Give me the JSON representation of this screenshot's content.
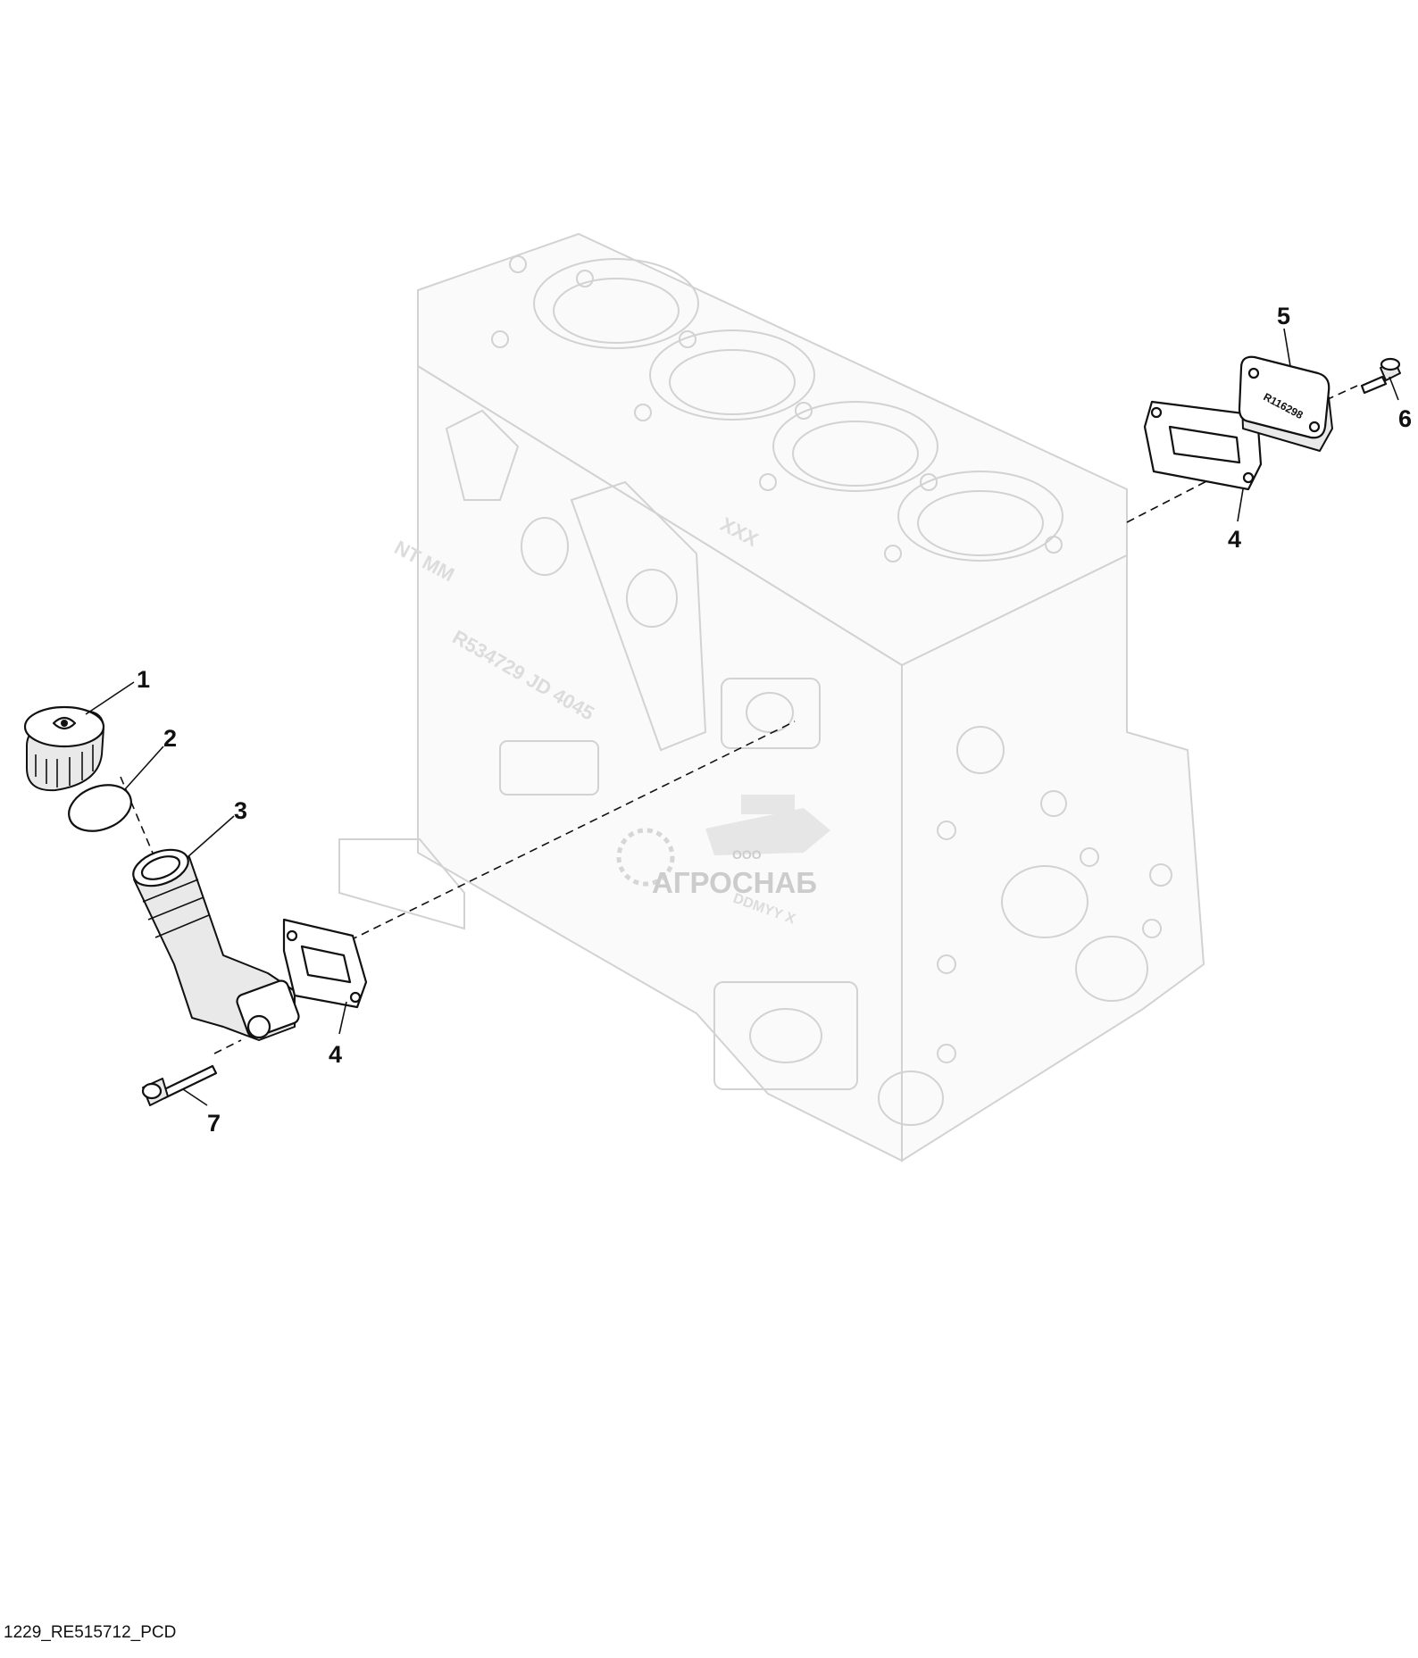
{
  "drawing_code": "1229_RE515712_PCD",
  "watermark": {
    "small": "ООО",
    "brand": "АГРОСНАБ"
  },
  "block_markings": [
    "XXX",
    "R534729 JD 4045",
    "NT MM",
    "DDMYY X"
  ],
  "plate_marking": "R116298",
  "callouts": [
    "1",
    "2",
    "3",
    "4",
    "5",
    "6",
    "4",
    "7"
  ]
}
